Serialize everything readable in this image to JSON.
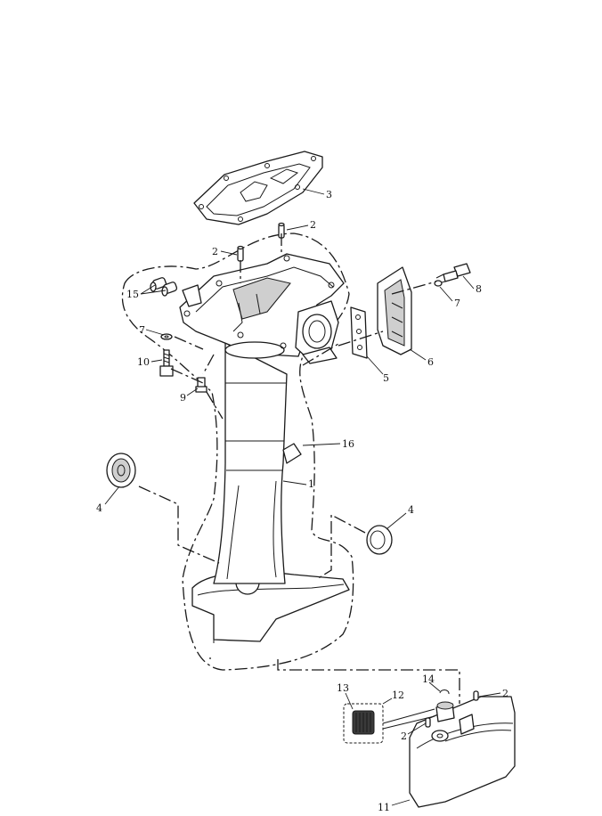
{
  "callouts": [
    {
      "id": "c1",
      "label": "1"
    },
    {
      "id": "c2a",
      "label": "2"
    },
    {
      "id": "c2b",
      "label": "2"
    },
    {
      "id": "c2c",
      "label": "2"
    },
    {
      "id": "c2d",
      "label": "2"
    },
    {
      "id": "c3",
      "label": "3"
    },
    {
      "id": "c4a",
      "label": "4"
    },
    {
      "id": "c4b",
      "label": "4"
    },
    {
      "id": "c5",
      "label": "5"
    },
    {
      "id": "c6",
      "label": "6"
    },
    {
      "id": "c7a",
      "label": "7"
    },
    {
      "id": "c7b",
      "label": "7"
    },
    {
      "id": "c8",
      "label": "8"
    },
    {
      "id": "c9",
      "label": "9"
    },
    {
      "id": "c10",
      "label": "10"
    },
    {
      "id": "c11",
      "label": "11"
    },
    {
      "id": "c12",
      "label": "12"
    },
    {
      "id": "c13",
      "label": "13"
    },
    {
      "id": "c14",
      "label": "14"
    },
    {
      "id": "c15",
      "label": "15"
    },
    {
      "id": "c16",
      "label": "16"
    }
  ]
}
